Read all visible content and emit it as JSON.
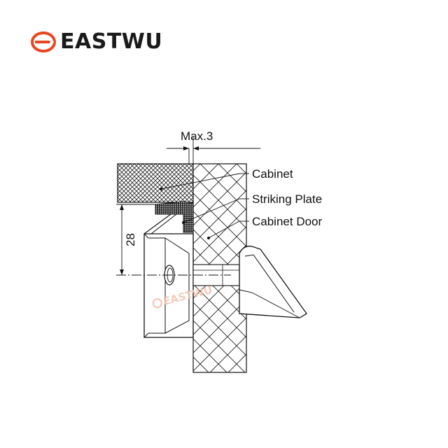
{
  "brand": {
    "name": "EASTWU",
    "color": "#e8461f"
  },
  "watermark": {
    "text": "EASTWU",
    "color": "#f2c4b0"
  },
  "dimensions": {
    "max_gap": "Max.3",
    "height": "28"
  },
  "labels": {
    "cabinet": "Cabinet",
    "striking_plate": "Striking Plate",
    "cabinet_door": "Cabinet Door"
  },
  "icons": [
    "eastwu-logo-icon"
  ]
}
